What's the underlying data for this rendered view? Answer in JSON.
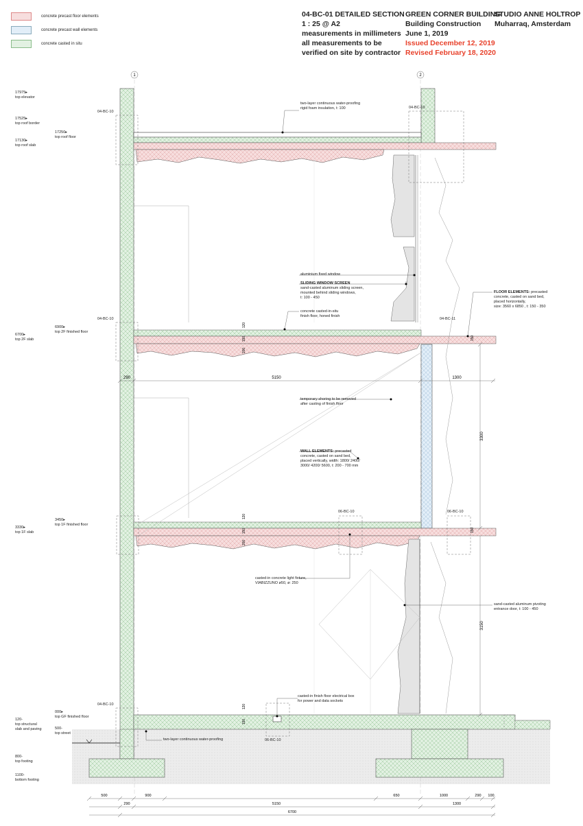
{
  "legend": [
    {
      "label": "concrete precast floor elements",
      "color": "#f7dede"
    },
    {
      "label": "concrete precast wall elements",
      "color": "#e2eef8"
    },
    {
      "label": "concrete casted in situ",
      "color": "#e2f1e2"
    }
  ],
  "title": {
    "col1": [
      "04-BC-01 DETAILED SECTION",
      "1 : 25 @ A2",
      "measurements in millimeters",
      "all measurements to be",
      "verified on site by contractor"
    ],
    "col2": [
      "GREEN CORNER BUILDING",
      "Building Construction",
      "June 1, 2019"
    ],
    "issued": "Issued December 12, 2019",
    "revised": "Revised February 18, 2020",
    "col3": [
      "STUDIO ANNE HOLTROP",
      "Muharraq, Amsterdam"
    ]
  },
  "axes": [
    "1",
    "2"
  ],
  "levels_left": [
    {
      "value": "17975",
      "name": "top elevator"
    },
    {
      "value": "17525",
      "name": "top roof border"
    },
    {
      "value": "17130",
      "name": "top roof slab"
    },
    {
      "value": "6700",
      "name": "top 2F slab"
    },
    {
      "value": "3330",
      "name": "top 1F slab"
    },
    {
      "value": "120-",
      "name": "top structural\nslab and paving"
    },
    {
      "value": "800-",
      "name": "top footing"
    },
    {
      "value": "1100-",
      "name": "bottom footing"
    }
  ],
  "levels_inner": [
    {
      "value": "17250",
      "name": "top roof floor"
    },
    {
      "value": "6900",
      "name": "top 2F finished floor"
    },
    {
      "value": "3450",
      "name": "top 1F finished floor"
    },
    {
      "value": "000",
      "name": "top GF finished floor"
    },
    {
      "value": "500-",
      "name": "top street"
    }
  ],
  "detail_refs": [
    "04-BC-10",
    "04-BC-10",
    "04-BC-10",
    "04-BC-11",
    "04-BC-10",
    "06-BC-10",
    "06-BC-10",
    "06-BC-10"
  ],
  "notes": {
    "waterproof_roof": "two-layer continuous water-proofing\nrigid foam insulation, t: 100",
    "window": "aluminium fixed window",
    "screen_title": "SLIDING WINDOW SCREEN",
    "screen_body": "sand-casted aluminum sliding screen,\nmounted behind sliding windows,\nt: 100 - 450",
    "finish_floor": "concrete casted-in-situ\nfinish floor, honed finish",
    "floor_title": "FLOOR ELEMENTS:",
    "floor_rest": "precasted",
    "floor_body": "concrete, casted on sand bed,\nplaced horizontally,\nsize: 3560 x 6850 , t: 150 - 350",
    "shoring": "temporary shoring to be removed\nafter casting of finish floor",
    "wall_title": "WALL ELEMENTS:",
    "wall_rest": "precasted",
    "wall_body": "concrete, casted on sand bed,\nplaced vertically, width: 1800/ 2400/\n3000/ 4200/ 5600, t: 200 - 700 mm",
    "light": "casted-in concrete light fixture,\nVIABIZZUNO ø50, ø: 250",
    "door": "sand-casted aluminum pivoting\nentrance door, t: 100 - 450",
    "electrical": "casted-in finish floor electrical box\nfor power and data sockets",
    "waterproof_ground": "two-layer continuous water-proofing"
  },
  "dims": {
    "upper_row": [
      "290",
      "5150",
      "1300"
    ],
    "bottom_row1": [
      "500",
      "900",
      "650",
      "1000",
      "290",
      "100"
    ],
    "bottom_row2": [
      "290",
      "5150",
      "1300"
    ],
    "total": "6700",
    "floor_120": "120",
    "floor_150": "150",
    "floor_200": "200",
    "floor_150b": "150",
    "v3300": "3300",
    "v3150": "3150"
  }
}
